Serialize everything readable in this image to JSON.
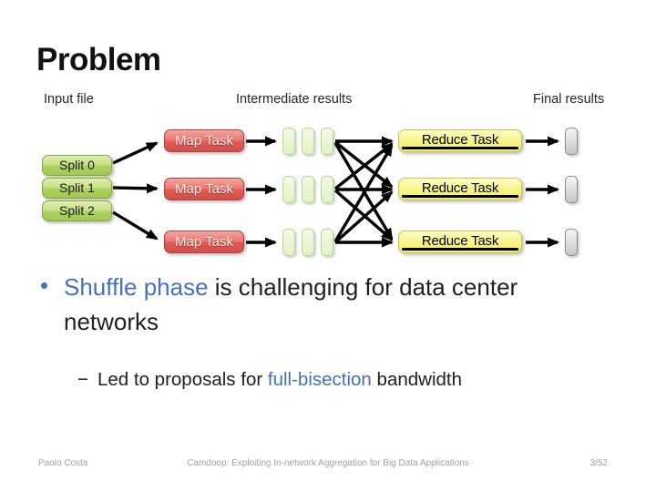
{
  "slide": {
    "title": "Problem",
    "labels": {
      "input": "Input file",
      "intermediate": "Intermediate results",
      "final": "Final results"
    },
    "diagram": {
      "splits": [
        {
          "label": "Split 0"
        },
        {
          "label": "Split 1"
        },
        {
          "label": "Split 2"
        }
      ],
      "map_tasks": [
        {
          "label": "Map Task"
        },
        {
          "label": "Map Task"
        },
        {
          "label": "Map Task"
        }
      ],
      "reduce_tasks": [
        {
          "label": "Reduce Task"
        },
        {
          "label": "Reduce Task"
        },
        {
          "label": "Reduce Task"
        }
      ],
      "intermediate_bar_groups": 3,
      "bars_per_group": 3,
      "final_result_boxes": 3
    },
    "bullets": {
      "main": {
        "marker": "•",
        "highlight": "Shuffle phase",
        "rest": " is challenging for data center networks"
      },
      "sub": {
        "marker": "−",
        "pre": "Led to proposals for ",
        "highlight": "full-bisection",
        "post": " bandwidth"
      }
    },
    "footer": {
      "author": "Paolo Costa",
      "deck_title": "Camdoop: Exploiting In-network Aggregation for Big Data Applications",
      "page": "3/52"
    },
    "colors": {
      "accent_blue": "#4470bf",
      "map_red": "#d9534f",
      "split_green": "#a9cb5f",
      "reduce_yellow": "#f5f169",
      "bar_green": "#ddefc0",
      "final_gray": "#c9c9c9",
      "arrow_black": "#000000",
      "footer_gray": "#a3a3a3"
    }
  }
}
